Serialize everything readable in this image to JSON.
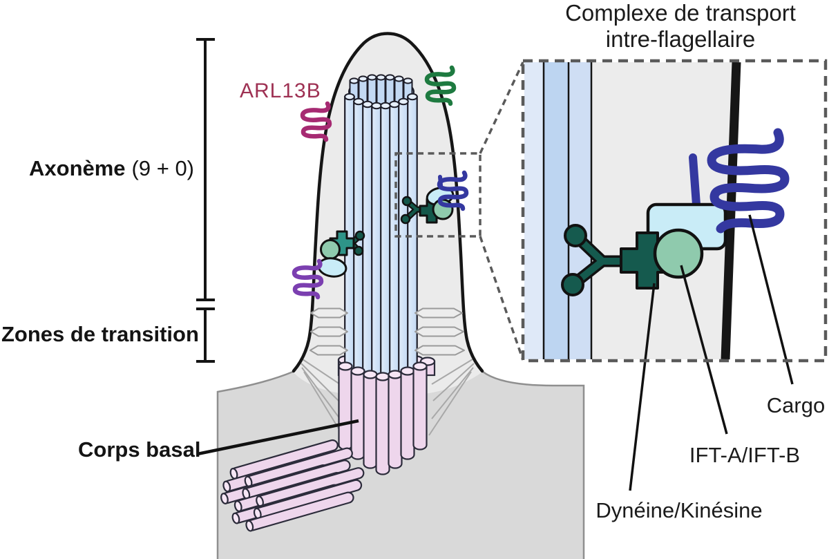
{
  "labels": {
    "axoneme": "Axonème",
    "axoneme_formula": "(9 + 0)",
    "transition_zone": "Zones de transition",
    "basal_body": "Corps basal",
    "arl13b": "ARL13B"
  },
  "inset": {
    "title_line1": "Complexe de transport",
    "title_line2": "intre-flagellaire",
    "cargo": "Cargo",
    "ift": "IFT-A/IFT-B",
    "motors": "Dynéine/Kinésine"
  },
  "colors": {
    "membrane_black": "#161616",
    "cilium_interior": "#ebebeb",
    "cell_body_gray": "#d9d9d9",
    "cell_edge_gray": "#8f8f8f",
    "microtubule_blue": "#c9def6",
    "microtubule_cap": "#e6effb",
    "basal_body_pink": "#eed6ec",
    "basal_body_cap": "#f6e6f5",
    "ift_particle_green": "#8fcaad",
    "ift_complex_blue": "#c9ecf7",
    "motor_teal_dark": "#14574a",
    "motor_teal_light": "#2e9488",
    "cargo_navy": "#3438a0",
    "arl13b_magenta": "#a62a72",
    "protein_green": "#1e7a40",
    "protein_purple": "#7b3fb0",
    "label_maroon": "#9e3153",
    "dashed_gray": "#5a5a5a"
  }
}
